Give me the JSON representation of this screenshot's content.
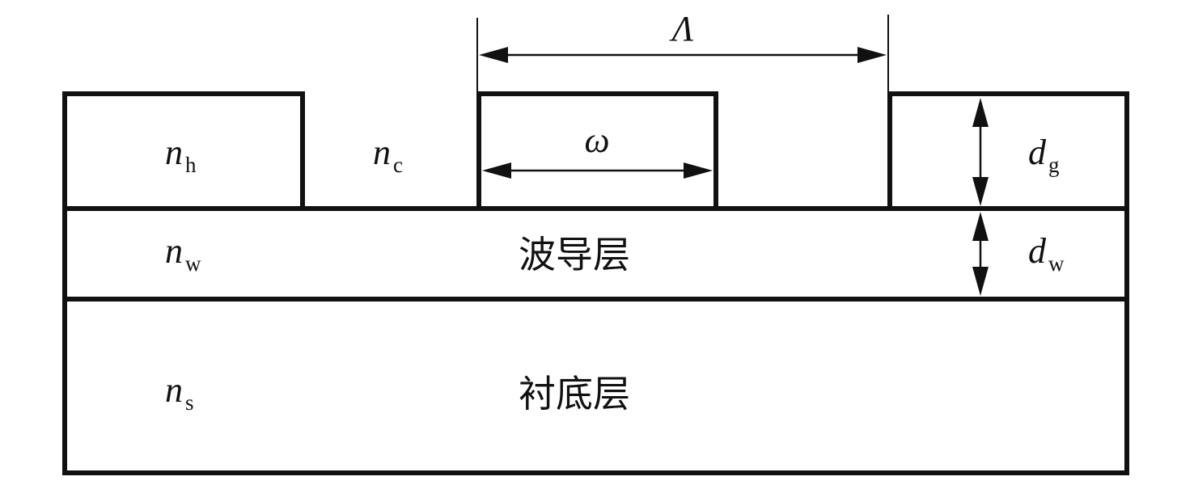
{
  "labels": {
    "period": "Λ",
    "tooth_width": "ω",
    "cover_index": {
      "symbol": "n",
      "subscript": "h"
    },
    "groove_index": {
      "symbol": "n",
      "subscript": "c"
    },
    "grating_depth": {
      "symbol": "d",
      "subscript": "g"
    },
    "waveguide_index": {
      "symbol": "n",
      "subscript": "w"
    },
    "waveguide_thickness": {
      "symbol": "d",
      "subscript": "w"
    },
    "substrate_index": {
      "symbol": "n",
      "subscript": "s"
    }
  },
  "layers": {
    "waveguide": "波导层",
    "substrate": "衬底层"
  },
  "colors": {
    "stroke": "#111111",
    "background": "#ffffff"
  }
}
